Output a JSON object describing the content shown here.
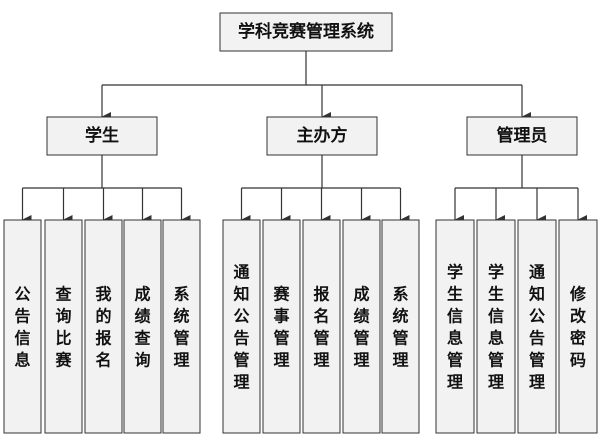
{
  "colors": {
    "box_fill": "#f2f2f2",
    "box_stroke": "#333333",
    "line": "#333333",
    "text": "#111111"
  },
  "root": {
    "label": "学科竞赛管理系统"
  },
  "groups": [
    {
      "label": "学生",
      "children": [
        "公告信息",
        "查询比赛",
        "我的报名",
        "成绩查询",
        "系统管理"
      ]
    },
    {
      "label": "主办方",
      "children": [
        "通知公告管理",
        "赛事管理",
        "报名管理",
        "成绩管理",
        "系统管理"
      ]
    },
    {
      "label": "管理员",
      "children": [
        "学生信息管理",
        "学生信息管理",
        "通知公告管理",
        "修改密码"
      ]
    }
  ]
}
